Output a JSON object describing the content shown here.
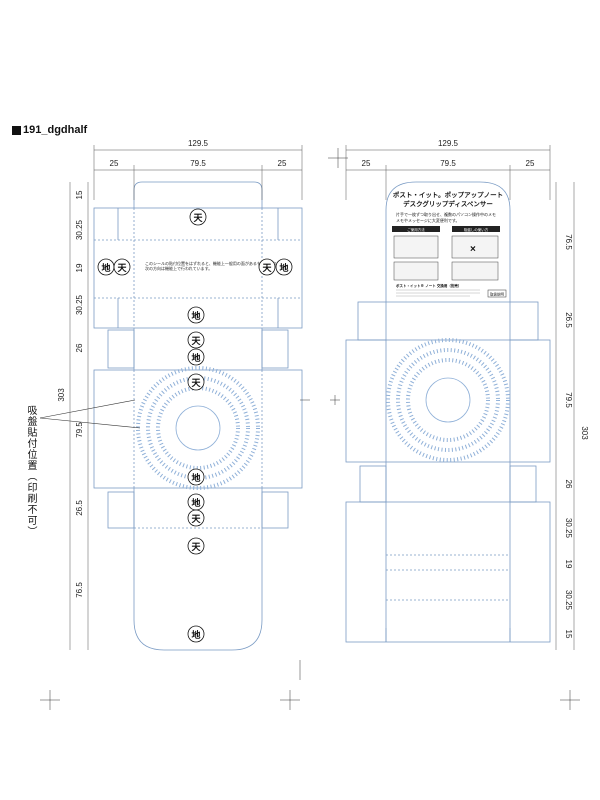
{
  "title": "191_dgdhalf",
  "attach_label": "吸盤貼付位置（印刷不可）",
  "kanji": {
    "top": "天",
    "bottom": "地"
  },
  "left_die": {
    "width_total": "129.5",
    "widths": [
      "25",
      "79.5",
      "25"
    ],
    "heights": [
      "15",
      "30.25",
      "19",
      "30.25",
      "26",
      "79.5",
      "26.5",
      "76.5"
    ],
    "total_height": "303",
    "note_line1": "このシールの貼付位置をはずれると、機能上一般用の面があるものがあります。",
    "note_line2": "次の方向は機能上で行われています。"
  },
  "right_die": {
    "width_total": "129.5",
    "widths": [
      "25",
      "79.5",
      "25"
    ],
    "heights": [
      "76.5",
      "26.5",
      "79.5",
      "26",
      "30.25",
      "19",
      "30.25",
      "15"
    ],
    "total_height": "303",
    "panel": {
      "title_line1": "ポスト・イット。ポップアップノート",
      "title_line2": "デスクグリップディスペンサー",
      "tag_left": "ご使用方法",
      "tag_right": "吸盤しの使い方",
      "lead1": "片手で一枚ずつ取り出せ、複数のパソコン操作中のメモ",
      "lead2": "メモやメッセージに大変便利です。",
      "cross_mark": "×",
      "bottom_line": "ポスト・イット® ノート 交換用（別売）",
      "code": "取扱説明"
    }
  }
}
